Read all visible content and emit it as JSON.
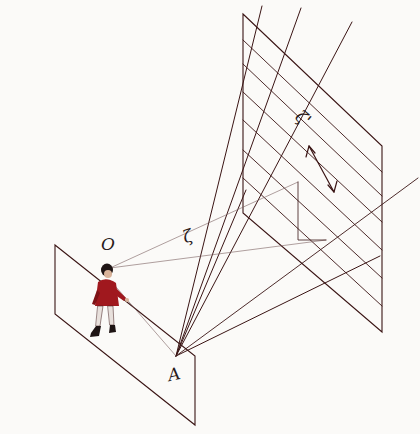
{
  "diagram": {
    "labels": [
      "O",
      "A",
      "ζ",
      "ζ'"
    ]
  }
}
